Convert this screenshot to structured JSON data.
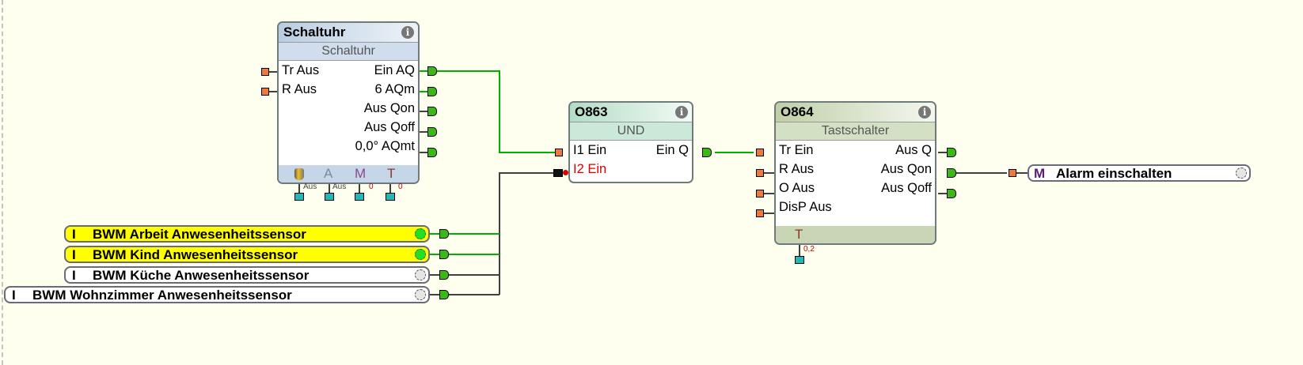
{
  "colors": {
    "canvas_bg": "#fffff0",
    "wire_active": "#00b000",
    "wire_inactive": "#404040",
    "input_port": "#f07838",
    "output_port": "#3cb814",
    "param_port": "#20b8b8",
    "sensor_on": "#ffff00",
    "sensor_led_on": "#22e022",
    "negated_input_text": "#e00000"
  },
  "blocks": {
    "schaltuhr": {
      "title": "Schaltuhr",
      "subtitle": "Schaltuhr",
      "info_icon": "i",
      "inputs": [
        {
          "name": "Tr",
          "value": "Aus"
        },
        {
          "name": "R",
          "value": "Aus"
        }
      ],
      "outputs": [
        {
          "value": "Ein",
          "name": "AQ"
        },
        {
          "value": "6",
          "name": "AQm"
        },
        {
          "value": "Aus",
          "name": "Qon"
        },
        {
          "value": "Aus",
          "name": "Qoff"
        },
        {
          "value": "0,0°",
          "name": "AQmt"
        }
      ],
      "footer": {
        "shield": "shield-icon",
        "a": "A",
        "m": "M",
        "t": "T"
      },
      "params": [
        "Aus",
        "Aus",
        "0",
        "0"
      ]
    },
    "und": {
      "title": "O863",
      "subtitle": "UND",
      "info_icon": "i",
      "inputs": [
        {
          "name": "I1",
          "value": "Ein"
        },
        {
          "name": "I2",
          "value": "Ein"
        }
      ],
      "outputs": [
        {
          "value": "Ein",
          "name": "Q"
        }
      ]
    },
    "tastschalter": {
      "title": "O864",
      "subtitle": "Tastschalter",
      "info_icon": "i",
      "inputs": [
        {
          "name": "Tr",
          "value": "Ein"
        },
        {
          "name": "R",
          "value": "Aus"
        },
        {
          "name": "O",
          "value": "Aus"
        },
        {
          "name": "DisP",
          "value": "Aus"
        }
      ],
      "outputs": [
        {
          "value": "Aus",
          "name": "Q"
        },
        {
          "value": "Aus",
          "name": "Qon"
        },
        {
          "value": "Aus",
          "name": "Qoff"
        }
      ],
      "footer": {
        "t": "T"
      },
      "params": [
        "0,2"
      ]
    }
  },
  "sensors": [
    {
      "prefix": "I",
      "label": "BWM Arbeit Anwesenheitssensor",
      "state": "on"
    },
    {
      "prefix": "I",
      "label": "BWM Kind Anwesenheitssensor",
      "state": "on"
    },
    {
      "prefix": "I",
      "label": "BWM Küche Anwesenheitssensor",
      "state": "off"
    },
    {
      "prefix": "I",
      "label": "BWM Wohnzimmer Anwesenheitssensor",
      "state": "off"
    }
  ],
  "output_tag": {
    "prefix": "M",
    "label": "Alarm einschalten",
    "state": "off"
  }
}
